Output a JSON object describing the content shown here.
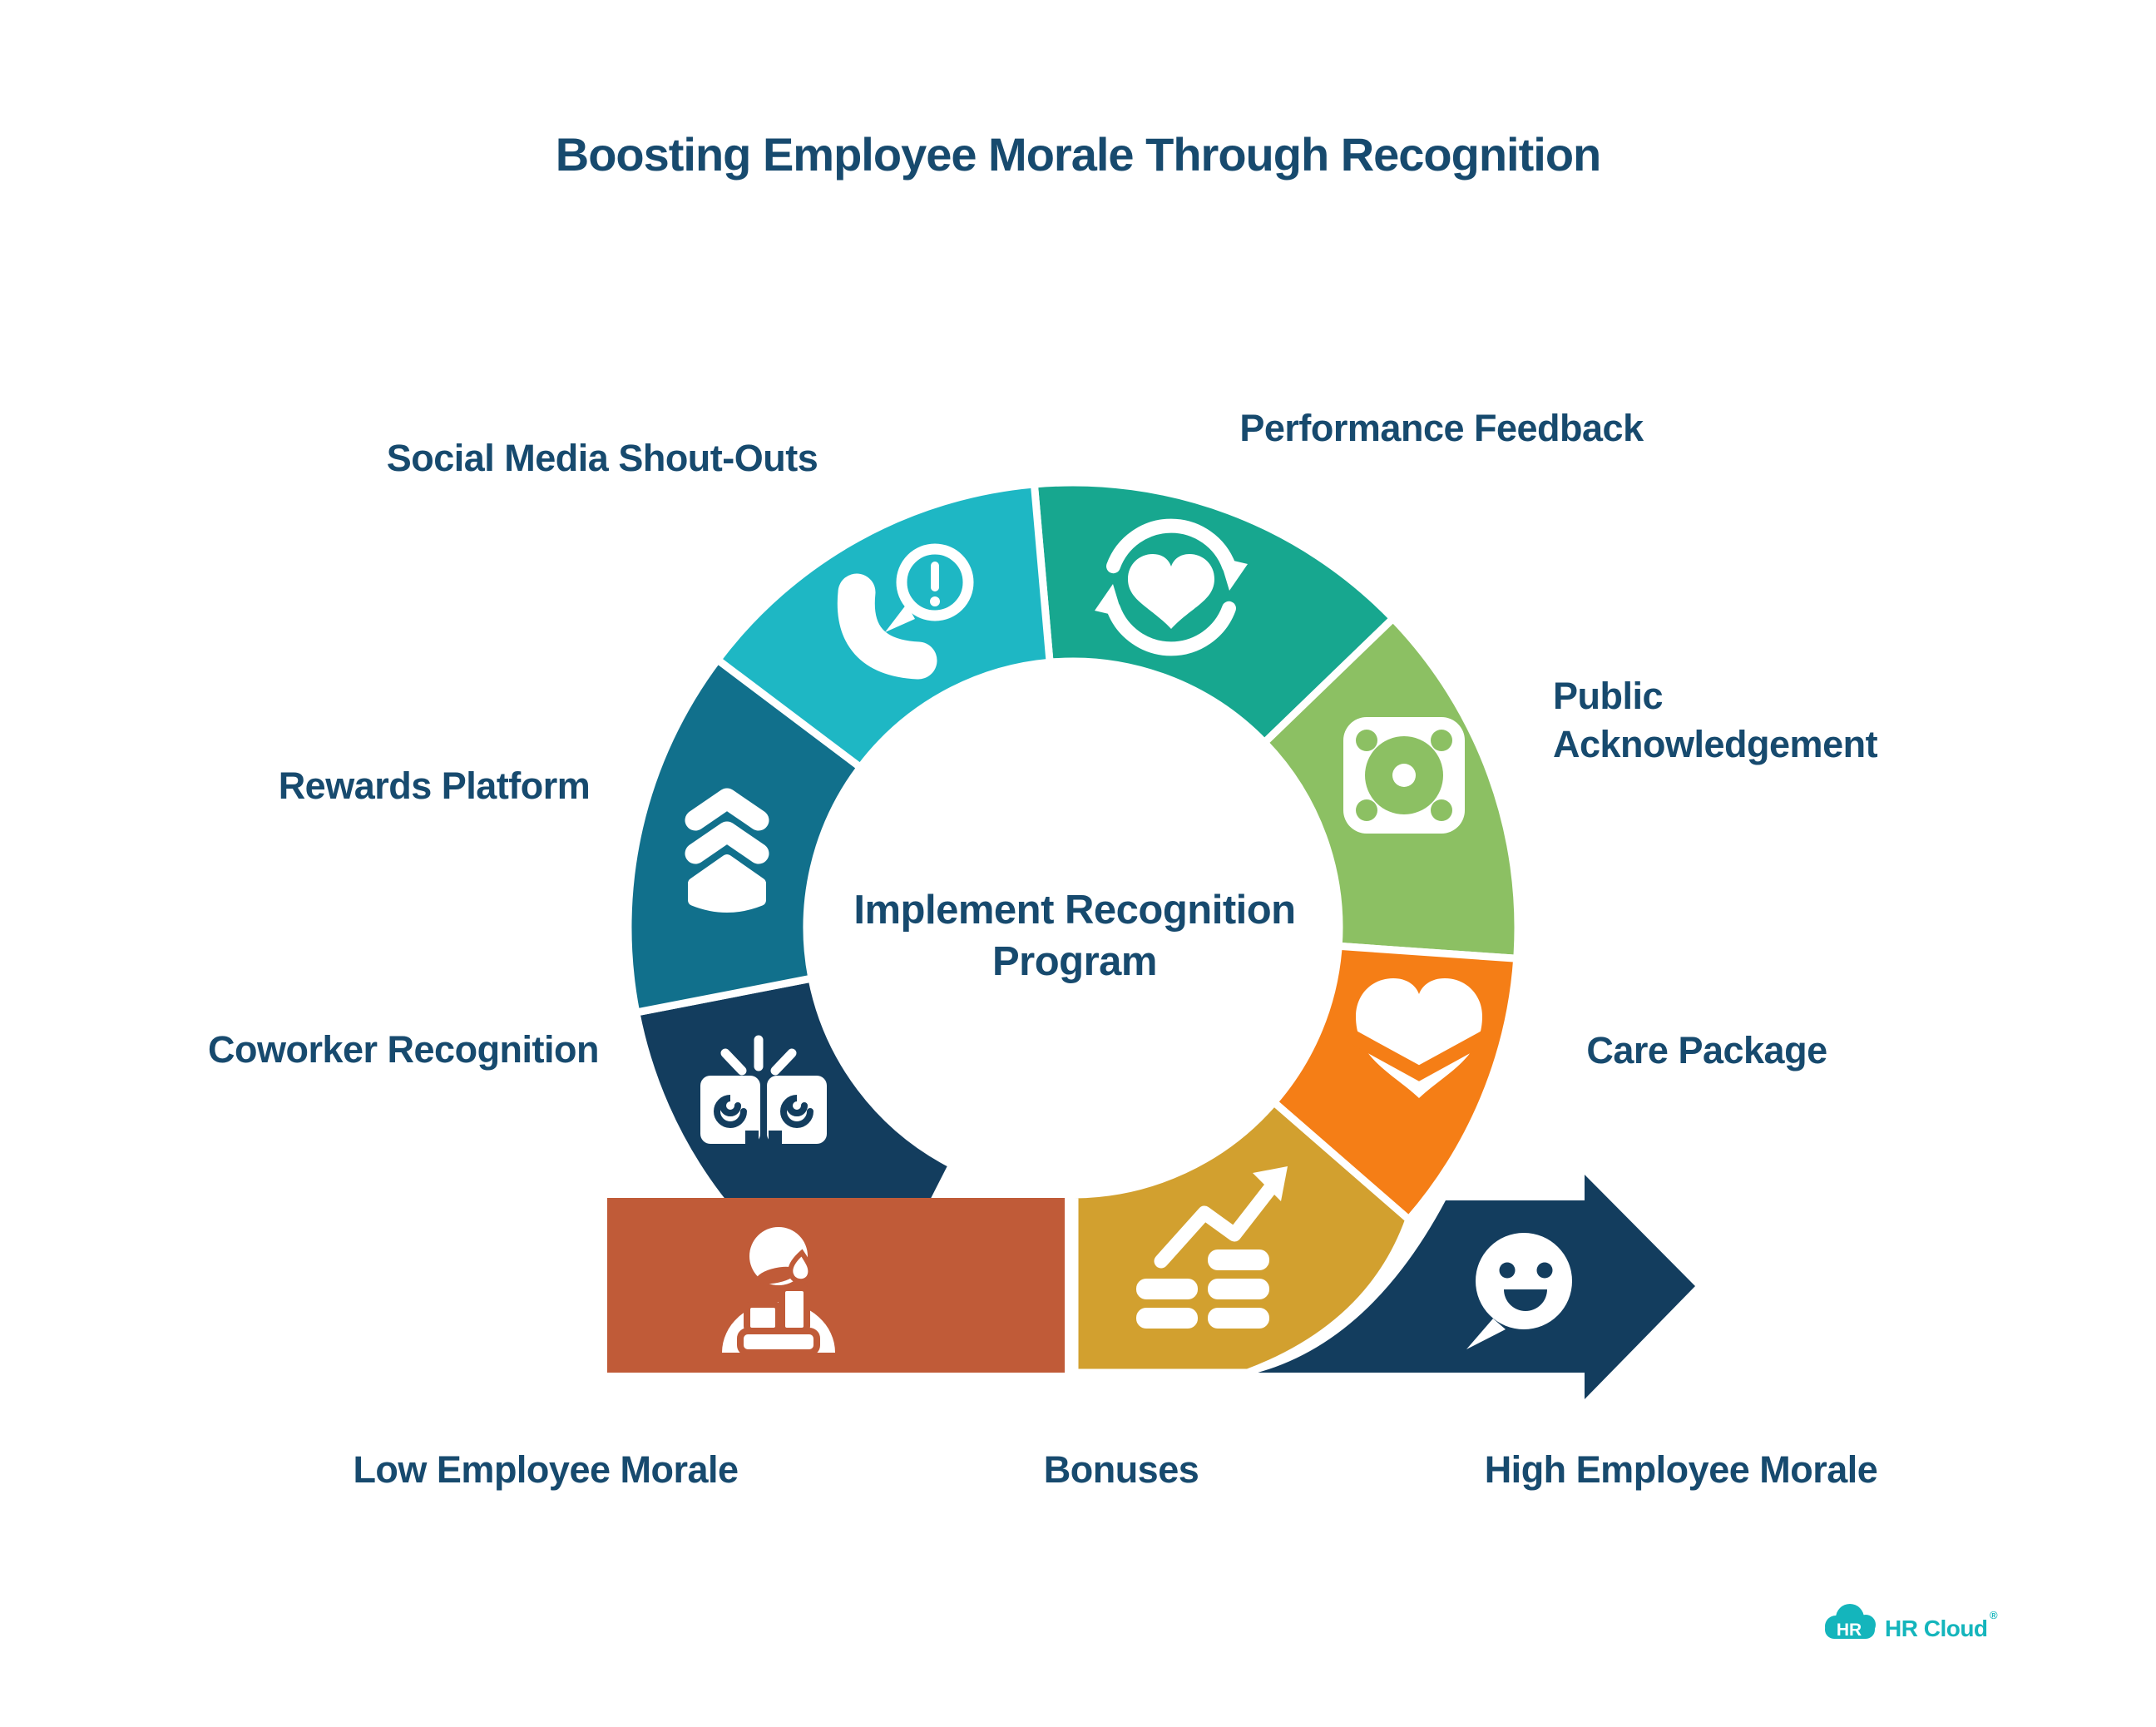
{
  "title": "Boosting Employee Morale Through Recognition",
  "center_label": {
    "line1": "Implement Recognition",
    "line2": "Program"
  },
  "text_color": "#174A6E",
  "segments": [
    {
      "id": "social-media-shout-outs",
      "label": "Social Media Shout-Outs",
      "icon": "phone-alert-icon",
      "color": "#1EB7C4"
    },
    {
      "id": "performance-feedback",
      "label": "Performance Feedback",
      "icon": "sync-heart-icon",
      "color": "#17A78F"
    },
    {
      "id": "public-acknowledgement",
      "label": "Public Acknowledgement",
      "lines": [
        "Public",
        "Acknowledgement"
      ],
      "icon": "speaker-icon",
      "color": "#8CC063"
    },
    {
      "id": "care-package",
      "label": "Care Package",
      "icon": "layered-heart-icon",
      "color": "#F57E16"
    },
    {
      "id": "bonuses",
      "label": "Bonuses",
      "icon": "growth-coins-icon",
      "color": "#D2A02F"
    },
    {
      "id": "coworker-recognition",
      "label": "Coworker Recognition",
      "icon": "fist-bump-icon",
      "color": "#133D5E"
    },
    {
      "id": "rewards-platform",
      "label": "Rewards Platform",
      "icon": "chevrons-up-icon",
      "color": "#11708C"
    }
  ],
  "flow": {
    "low": {
      "label": "Low Employee Morale",
      "icon": "sad-employee-icon",
      "color": "#C05B38"
    },
    "high": {
      "label": "High Employee Morale",
      "icon": "happy-chat-icon",
      "color": "#133D5E"
    }
  },
  "logo": {
    "badge": "HR",
    "name": "HR Cloud",
    "registered": "®",
    "color": "#14B5BC"
  }
}
